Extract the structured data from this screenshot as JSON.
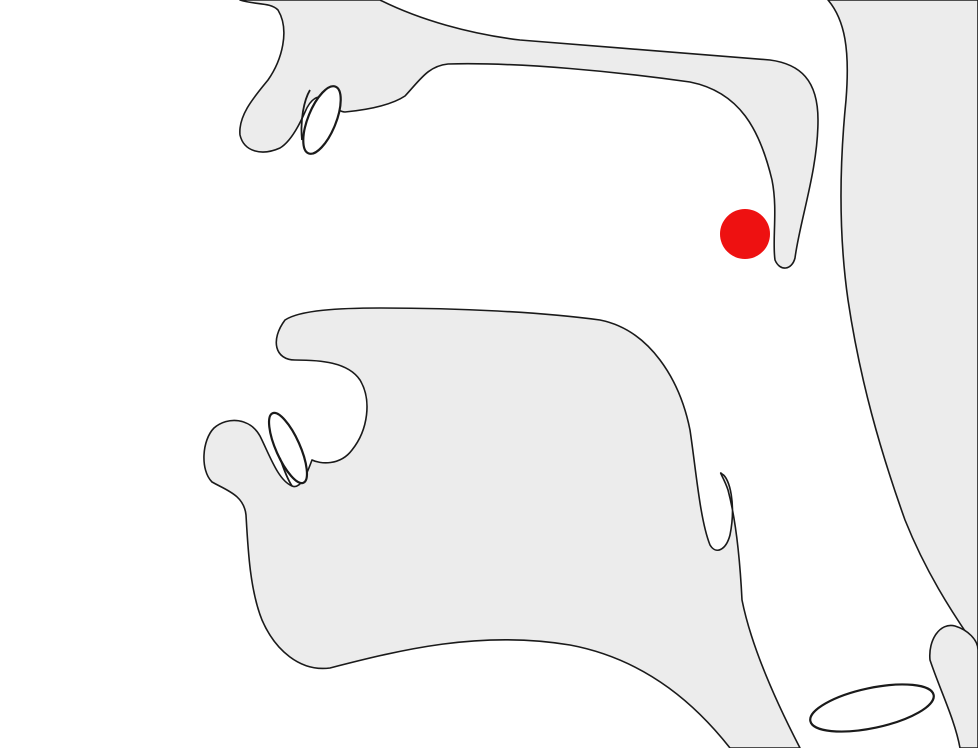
{
  "diagram": {
    "kind": "midsagittal vocal tract cross-section",
    "colors": {
      "background": "#ffffff",
      "tissue_fill": "#ececec",
      "outline": "#1a1a1a",
      "marker": "#ee1111"
    },
    "parts": [
      "upper-lip",
      "upper-teeth",
      "hard-palate",
      "velum",
      "tongue",
      "lower-lip",
      "lower-teeth",
      "pharynx-wall",
      "epiglottis",
      "glottis"
    ],
    "marker": {
      "label": "",
      "shape": "circle",
      "place": "velar"
    }
  }
}
